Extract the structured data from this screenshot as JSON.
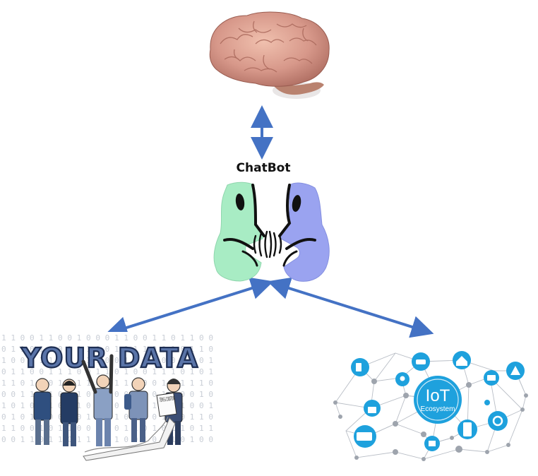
{
  "center": {
    "label": "ChatBot"
  },
  "your_data": {
    "title": "YOUR DATA",
    "binary_rows": [
      "1 1 0 0 1 1 0 0 1 0 0 0 1 1 0 0 1 1 0 1 1 0 0",
      "0 1 1 0 1 0 0 1 1 1 0 0 1 0 1 1 0 0 1 0 1 1 0",
      "1 0 0 1 1 1 0 0 0 1 1 0 0 1 0 1 1 0 0 1 0 0 1",
      "0 1 1 0 0 1 1 1 0 0 1 1 0 1 0 0 1 1 1 0 1 0 1",
      "1 1 0 1 0 0 1 0 1 1 0 0 1 1 1 0 0 1 0 1 1 1 0",
      "0 0 1 1 0 1 0 1 1 0 0 1 0 0 1 1 0 1 1 0 0 1 0",
      "1 0 1 0 1 1 0 0 1 0 1 1 0 1 0 0 1 0 1 1 0 0 1",
      "0 1 0 1 1 0 0 1 0 1 1 0 1 0 1 1 0 1 0 0 1 1 0",
      "1 1 0 0 1 0 1 1 0 0 1 0 0 1 1 0 1 0 1 1 0 1 1",
      "0 0 1 1 0 1 1 0 1 1 0 1 1 0 0 1 0 1 1 0 1 0 0"
    ],
    "terms_text": "TERMS & CONDITIONS"
  },
  "iot": {
    "title": "IoT",
    "subtitle": "Ecosystem"
  },
  "colors": {
    "arrow": "#4472c4",
    "face_left": "#a8ecc4",
    "face_right": "#9aa3f0",
    "iot_blue": "#1ea1dd",
    "brain": "#d89a88"
  }
}
